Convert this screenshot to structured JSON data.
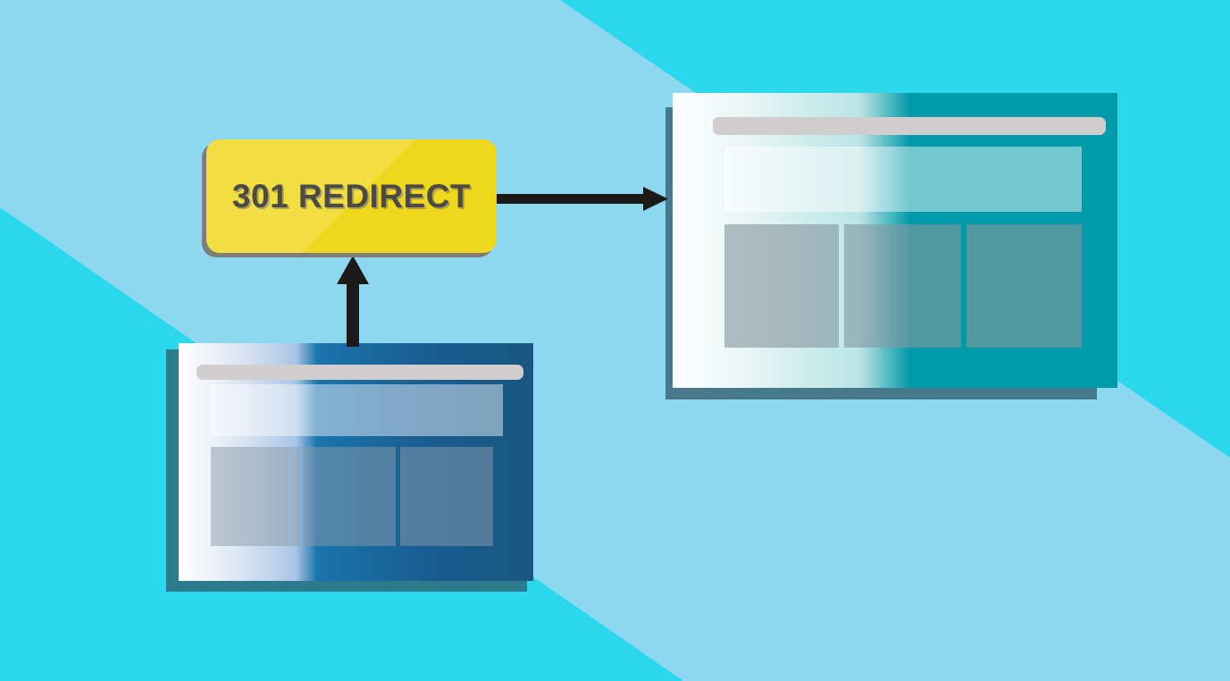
{
  "illustration": {
    "title": "301 Redirect",
    "background": {
      "base_color": "#2ad7ec",
      "shadow_band_color": "#8bd8f0"
    }
  },
  "badge": {
    "label": "301 REDIRECT",
    "fill_color": "#efd81c",
    "text_color": "#4c4a47",
    "shadow_color": "#7e7d7a"
  },
  "arrows": {
    "color": "#1c1a19",
    "to_new_page": {
      "name": "arrow-right",
      "direction": "right",
      "meaning": "redirect target"
    },
    "from_old_page": {
      "name": "arrow-up",
      "direction": "up",
      "meaning": "old page requests redirect"
    }
  },
  "windows": [
    {
      "name": "old-page-window",
      "position": "bottom-left",
      "accent_color": "#1a5680",
      "addressbar_color": "#cfcdcd",
      "tiles": 3
    },
    {
      "name": "new-page-window",
      "position": "top-right",
      "accent_color": "#009aa8",
      "addressbar_color": "#cfcdcd",
      "tiles": 3
    }
  ]
}
